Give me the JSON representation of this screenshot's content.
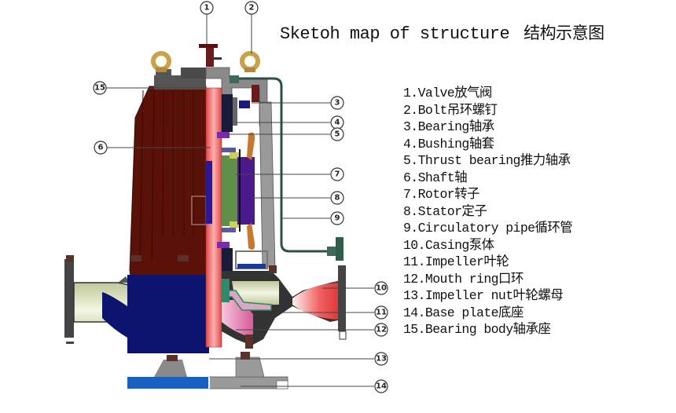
{
  "title": {
    "en": "Sketoh map of structure",
    "cn": "结构示意图"
  },
  "legend": [
    {
      "num": "1",
      "text": "1.Valve放气阀"
    },
    {
      "num": "2",
      "text": "2.Bolt吊环螺钉"
    },
    {
      "num": "3",
      "text": "3.Bearing轴承"
    },
    {
      "num": "4",
      "text": "4.Bushing轴套"
    },
    {
      "num": "5",
      "text": "5.Thrust bearing推力轴承"
    },
    {
      "num": "6",
      "text": "6.Shaft轴"
    },
    {
      "num": "7",
      "text": "7.Rotor转子"
    },
    {
      "num": "8",
      "text": "8.Stator定子"
    },
    {
      "num": "9",
      "text": "9.Circulatory pipe循环管"
    },
    {
      "num": "10",
      "text": "10.Casing泵体"
    },
    {
      "num": "11",
      "text": "11.Impeller叶轮"
    },
    {
      "num": "12",
      "text": "12.Mouth ring口环"
    },
    {
      "num": "13",
      "text": "13.Impeller nut叶轮螺母"
    },
    {
      "num": "14",
      "text": "14.Base plate底座"
    },
    {
      "num": "15",
      "text": "15.Bearing body轴承座"
    }
  ],
  "callouts": {
    "c1": "1",
    "c2": "2",
    "c3": "3",
    "c4": "4",
    "c5": "5",
    "c6": "6",
    "c7": "7",
    "c8": "8",
    "c9": "9",
    "c10": "10",
    "c11": "11",
    "c12": "12",
    "c13": "13",
    "c14": "14",
    "c15": "15"
  },
  "colors": {
    "motor_body": "#5a1208",
    "shaft": "#f06a6a",
    "casing_blue": "#0c1470",
    "base_blue": "#1a5fc0",
    "rotor_green": "#5f8f48",
    "stator_purple": "#4a1a8a",
    "ring_gold": "#c9a24a",
    "steel_gray": "#8a8a8a",
    "pipe_green": "#2f4f44"
  }
}
